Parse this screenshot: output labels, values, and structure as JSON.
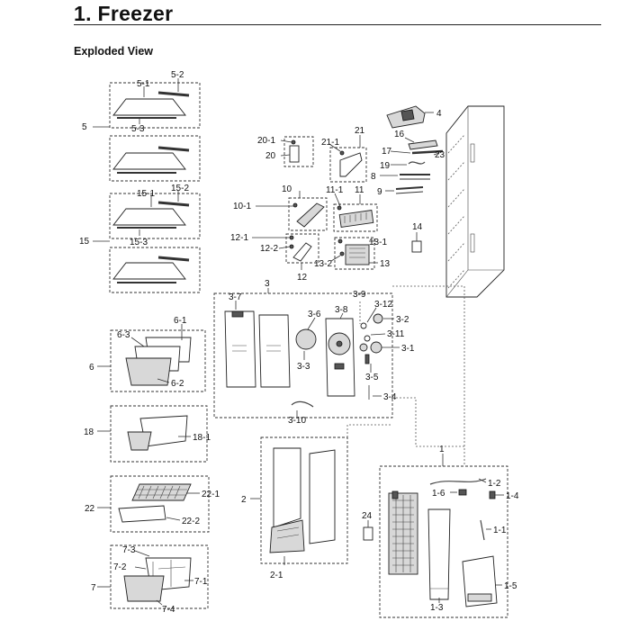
{
  "header": {
    "title": "1. Freezer",
    "subtitle": "Exploded View"
  },
  "callouts": {
    "c5": "5",
    "c5_1": "5-1",
    "c5_2": "5-2",
    "c5_3": "5-3",
    "c15": "15",
    "c15_1": "15-1",
    "c15_2": "15-2",
    "c15_3": "15-3",
    "c6": "6",
    "c6_1": "6-1",
    "c6_2": "6-2",
    "c6_3": "6-3",
    "c18": "18",
    "c18_1": "18-1",
    "c22": "22",
    "c22_1": "22-1",
    "c22_2": "22-2",
    "c7": "7",
    "c7_1": "7-1",
    "c7_2": "7-2",
    "c7_3": "7-3",
    "c7_4": "7-4",
    "c20": "20",
    "c20_1": "20-1",
    "c21": "21",
    "c21_1": "21-1",
    "c10": "10",
    "c10_1": "10-1",
    "c11": "11",
    "c11_1": "11-1",
    "c12": "12",
    "c12_1": "12-1",
    "c12_2": "12-2",
    "c13": "13",
    "c13_1": "13-1",
    "c13_2": "13-2",
    "c14": "14",
    "c4": "4",
    "c16": "16",
    "c17": "17",
    "c23": "23",
    "c19": "19",
    "c8": "8",
    "c9": "9",
    "c3": "3",
    "c3_1": "3-1",
    "c3_2": "3-2",
    "c3_3": "3-3",
    "c3_4": "3-4",
    "c3_5": "3-5",
    "c3_6": "3-6",
    "c3_7": "3-7",
    "c3_8": "3-8",
    "c3_9": "3-9",
    "c3_10": "3-10",
    "c3_11": "3-11",
    "c3_12": "3-12",
    "c2": "2",
    "c2_1": "2-1",
    "c1": "1",
    "c1_1": "1-1",
    "c1_2": "1-2",
    "c1_3": "1-3",
    "c1_4": "1-4",
    "c1_5": "1-5",
    "c1_6": "1-6",
    "c24": "24"
  }
}
